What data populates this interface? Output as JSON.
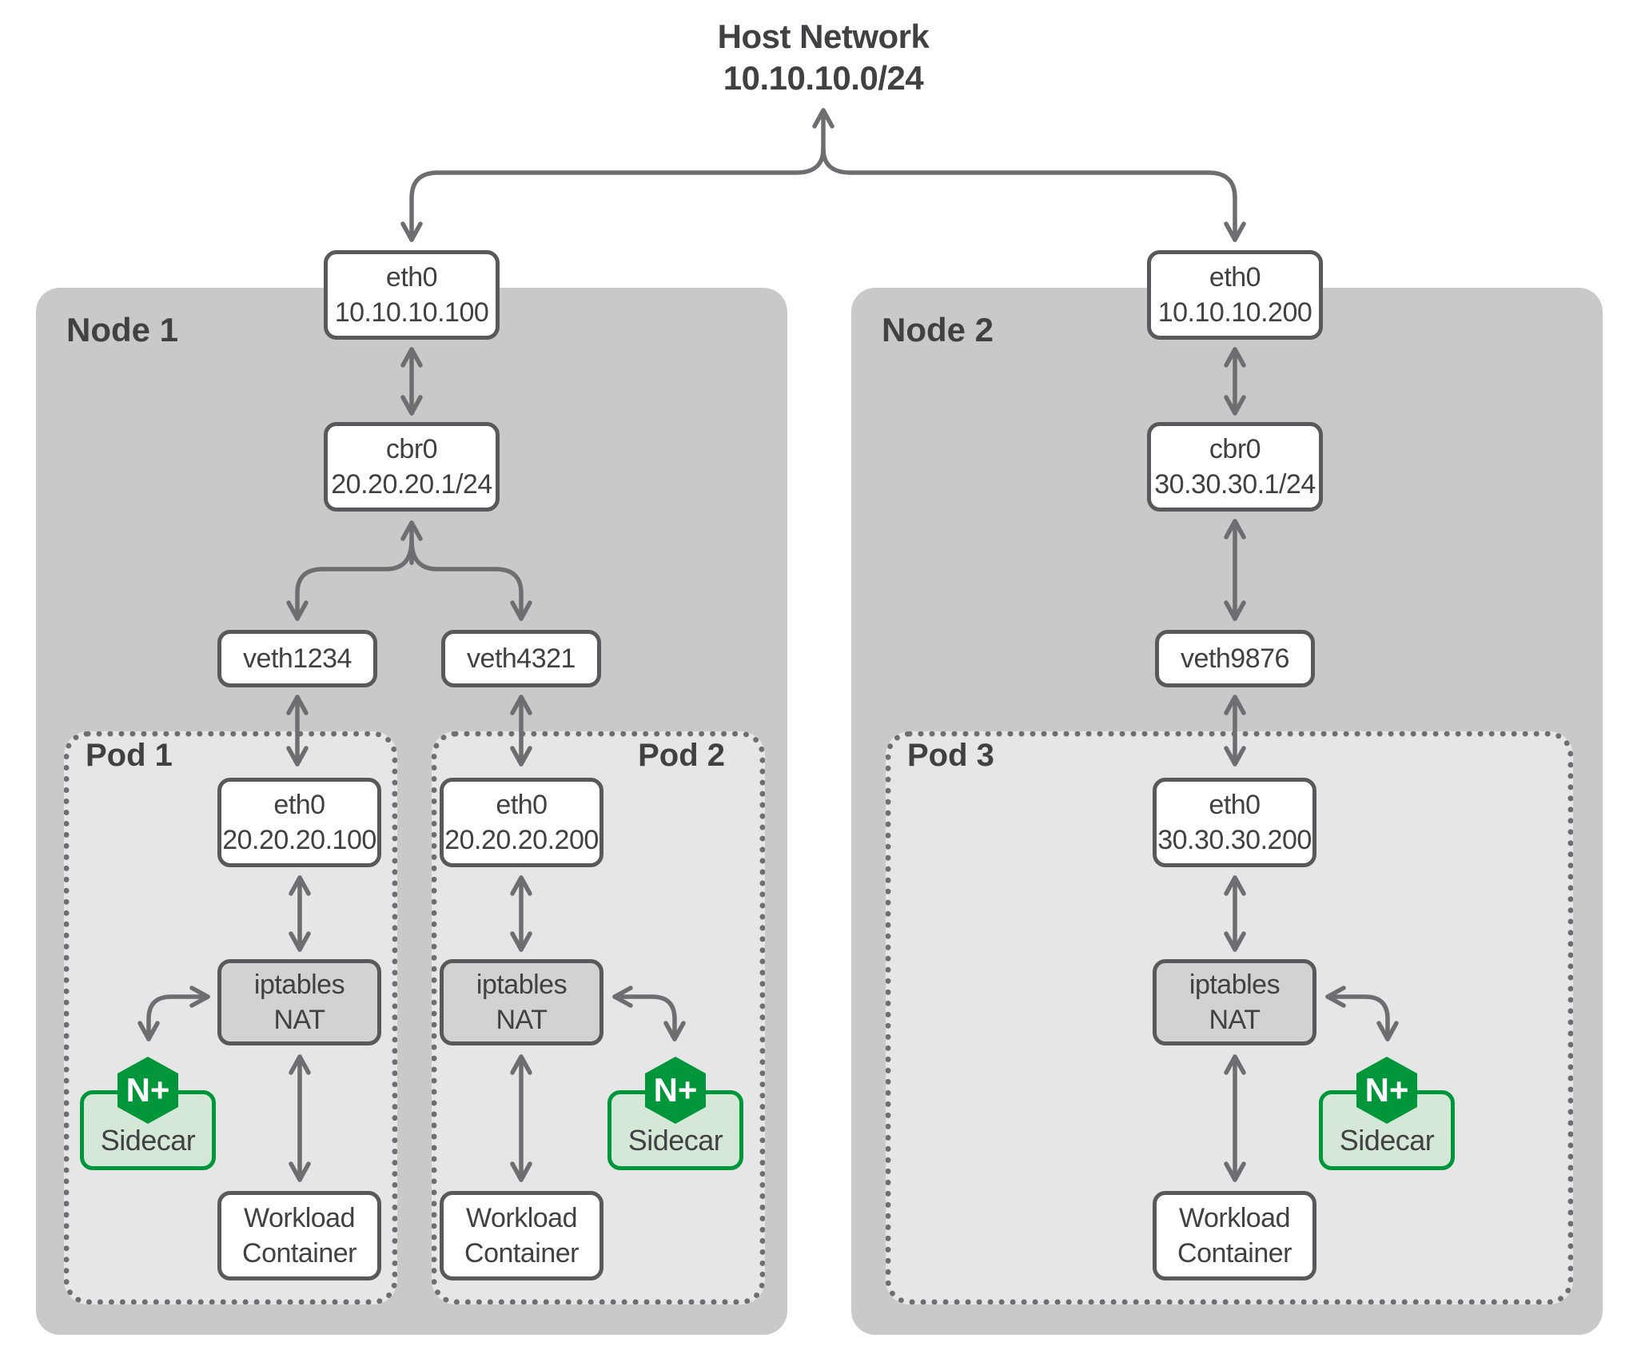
{
  "title_line1": "Host Network",
  "title_line2": "10.10.10.0/24",
  "nodes": [
    {
      "label": "Node 1",
      "eth_name": "eth0",
      "eth_ip": "10.10.10.100",
      "bridge_name": "cbr0",
      "bridge_cidr": "20.20.20.1/24",
      "veths": [
        {
          "name": "veth1234"
        },
        {
          "name": "veth4321"
        }
      ],
      "pods": [
        {
          "label": "Pod 1",
          "eth_name": "eth0",
          "eth_ip": "20.20.20.100",
          "nat_line1": "iptables",
          "nat_line2": "NAT",
          "sidecar_logo": "N+",
          "sidecar_label": "Sidecar",
          "workload_line1": "Workload",
          "workload_line2": "Container"
        },
        {
          "label": "Pod 2",
          "eth_name": "eth0",
          "eth_ip": "20.20.20.200",
          "nat_line1": "iptables",
          "nat_line2": "NAT",
          "sidecar_logo": "N+",
          "sidecar_label": "Sidecar",
          "workload_line1": "Workload",
          "workload_line2": "Container"
        }
      ]
    },
    {
      "label": "Node 2",
      "eth_name": "eth0",
      "eth_ip": "10.10.10.200",
      "bridge_name": "cbr0",
      "bridge_cidr": "30.30.30.1/24",
      "veths": [
        {
          "name": "veth9876"
        }
      ],
      "pods": [
        {
          "label": "Pod 3",
          "eth_name": "eth0",
          "eth_ip": "30.30.30.200",
          "nat_line1": "iptables",
          "nat_line2": "NAT",
          "sidecar_logo": "N+",
          "sidecar_label": "Sidecar",
          "workload_line1": "Workload",
          "workload_line2": "Container"
        }
      ]
    }
  ],
  "colors": {
    "nginx_green": "#009639",
    "sidecar_fill": "#d5e8d8",
    "node_fill": "#c9c9c9",
    "pod_fill": "#e6e6e6",
    "nat_fill": "#d2d2d2",
    "box_border": "#58595b",
    "arrow": "#6d6e71",
    "text": "#414042"
  }
}
